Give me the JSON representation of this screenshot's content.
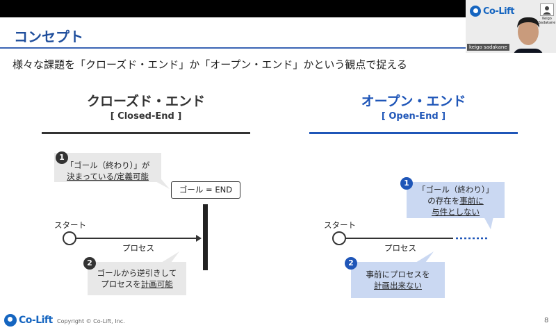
{
  "header": {
    "title": "コンセプト",
    "subtitle": "様々な課題を「クローズド・エンド」か「オープン・エンド」かという観点で捉える"
  },
  "brand": {
    "logo_text": "Co-Lift",
    "color": "#1565c0"
  },
  "video": {
    "presenter_name": "keigo sadakane",
    "self_view_name": "Keigo Sadakane"
  },
  "closed": {
    "title": "クローズド・エンド",
    "subtitle": "[ Closed-End ]",
    "callout1": {
      "num": "1",
      "line1": "「ゴール（終わり）」が",
      "line2": "決まっている/定義可能"
    },
    "goal_box": "ゴール = END",
    "start_label": "スタート",
    "process_label": "プロセス",
    "callout2": {
      "num": "2",
      "line1": "ゴールから逆引きして",
      "line2_prefix": "プロセスを",
      "line2_underlined": "計画可能"
    }
  },
  "open": {
    "title": "オープン・エンド",
    "subtitle": "[ Open-End ]",
    "callout1": {
      "num": "1",
      "line1": "「ゴール（終わり）」",
      "line2_prefix": "の存在を",
      "line2_underlined": "事前に",
      "line3": "与件としない"
    },
    "start_label": "スタート",
    "process_label": "プロセス",
    "callout2": {
      "num": "2",
      "line1": "事前にプロセスを",
      "line2": "計画出来ない"
    }
  },
  "footer": {
    "copyright": "Copyright © Co-Lift, Inc.",
    "page_number": "8"
  },
  "colors": {
    "title_blue": "#1f4e9c",
    "open_blue": "#1f56b8",
    "callout_gray": "#e8e8e8",
    "callout_blue": "#cad8f2",
    "dark": "#333333"
  }
}
